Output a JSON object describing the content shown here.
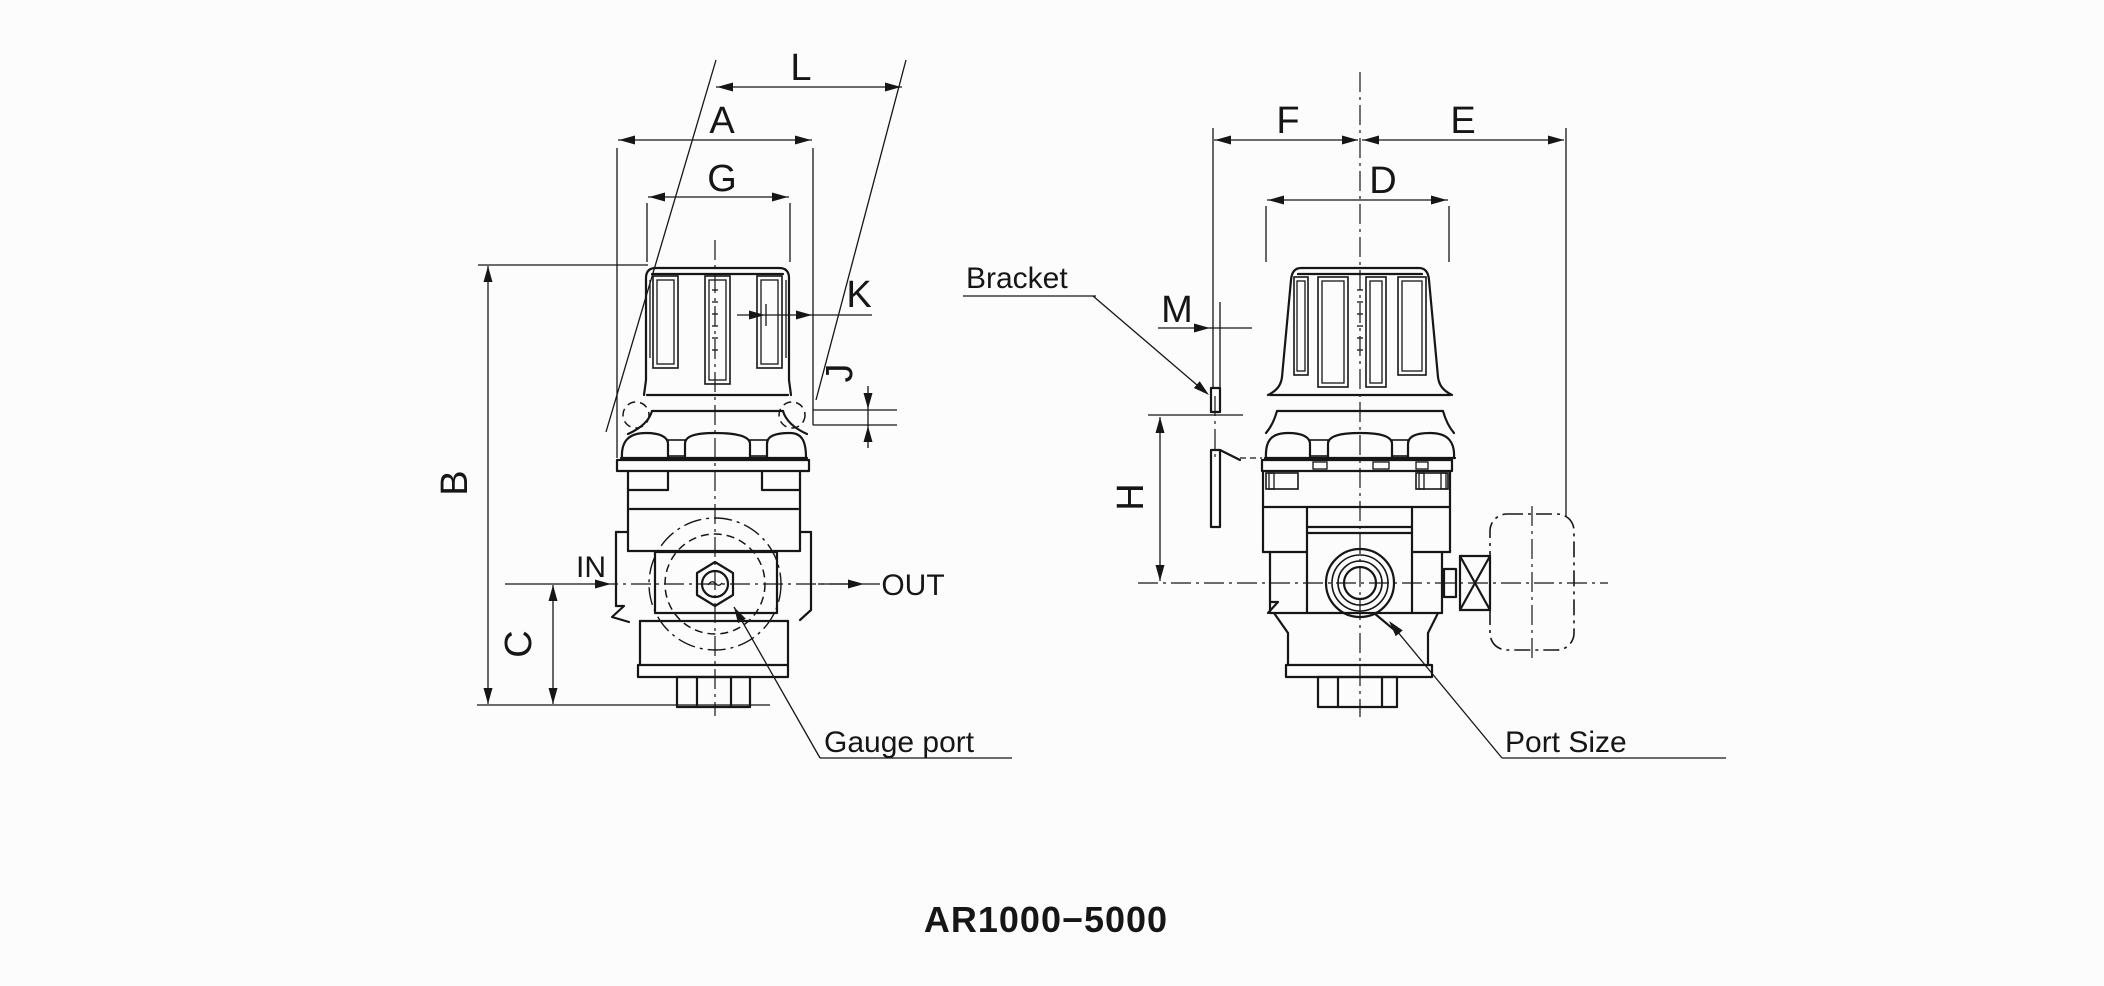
{
  "title": "AR1000−5000",
  "colors": {
    "ink": "#161616",
    "background": "#fcfcfc"
  },
  "front_view": {
    "dim_labels": {
      "L": "L",
      "A": "A",
      "G": "G",
      "K": "K",
      "J": "J",
      "B": "B",
      "C": "C"
    },
    "port_labels": {
      "in": "IN",
      "out": "OUT"
    },
    "callouts": {
      "gauge_port": "Gauge port"
    }
  },
  "side_view": {
    "dim_labels": {
      "F": "F",
      "E": "E",
      "D": "D",
      "M": "M",
      "H": "H"
    },
    "callouts": {
      "bracket": "Bracket",
      "port_size": "Port Size"
    }
  }
}
